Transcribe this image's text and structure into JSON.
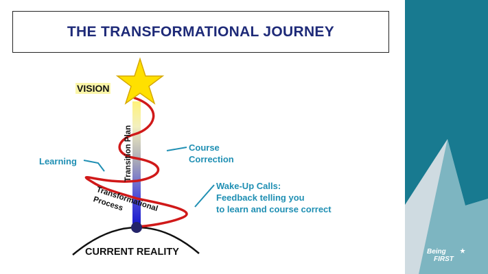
{
  "title": "THE TRANSFORMATIONAL JOURNEY",
  "labels": {
    "vision": "VISION",
    "current_reality": "CURRENT REALITY",
    "transition_plan": "Transition Plan",
    "transformational_process_line1": "Transformational",
    "transformational_process_line2": "Process",
    "learning": "Learning",
    "course_correction_line1": "Course",
    "course_correction_line2": "Correction",
    "wake_up_line1": "Wake-Up Calls:",
    "wake_up_line2": "Feedback telling you",
    "wake_up_line3": "to learn and course correct"
  },
  "brand": {
    "line1": "Being",
    "line2": "FIRST"
  },
  "icons": [
    "star-icon",
    "brand-star-icon"
  ],
  "colors": {
    "title": "#1e2a78",
    "accent_blue": "#1f8fb3",
    "spiral_red": "#d01919",
    "star_yellow": "#ffe000",
    "panel_teal": "#187a90"
  }
}
